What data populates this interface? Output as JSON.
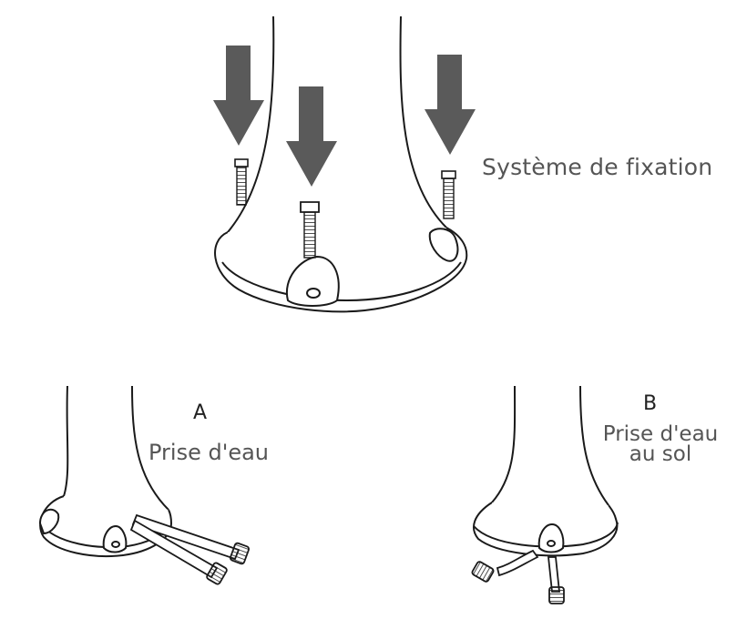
{
  "labels": {
    "fixation": "Système de fixation",
    "option_a_letter": "A",
    "option_a_text": "Prise d'eau",
    "option_b_letter": "B",
    "option_b_text": "Prise d'eau au sol"
  },
  "colors": {
    "arrow": "#5a5a5a",
    "outline": "#1a1a1a",
    "text": "#555555",
    "background": "#ffffff"
  },
  "icons": {
    "arrow": "down-arrow-icon",
    "screw": "screw-icon",
    "hose": "water-hose-icon"
  }
}
